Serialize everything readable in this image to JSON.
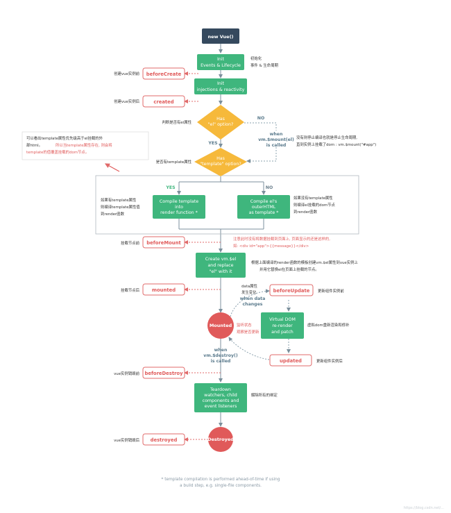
{
  "nodes": {
    "new_vue": "new Vue()",
    "init_events_1": "Init",
    "init_events_2": "Events & Lifecycle",
    "init_inject_1": "Init",
    "init_inject_2": "injections & reactivity",
    "has_el_1": "Has",
    "has_el_2": "\"el\" option?",
    "has_tpl_1": "Has",
    "has_tpl_2": "\"template\" option?",
    "compile_tpl_1": "Compile template",
    "compile_tpl_2": "into",
    "compile_tpl_3": "render function *",
    "compile_el_1": "Compile el's",
    "compile_el_2": "outerHTML",
    "compile_el_3": "as template *",
    "create_el_1": "Create vm.$el",
    "create_el_2": "and replace",
    "create_el_3": "\"el\" with it",
    "mounted": "Mounted",
    "vdom_1": "Virtual DOM",
    "vdom_2": "re-render",
    "vdom_3": "and patch",
    "teardown_1": "Teardown",
    "teardown_2": "watchers, child",
    "teardown_3": "components and",
    "teardown_4": "event listeners",
    "destroyed": "Destroyed"
  },
  "hooks": {
    "before_create": "beforeCreate",
    "created": "created",
    "before_mount": "beforeMount",
    "mounted": "mounted",
    "before_update": "beforeUpdate",
    "updated": "updated",
    "before_destroy": "beforeDestroy",
    "destroyed": "destroyed"
  },
  "labels": {
    "yes_el": "YES",
    "no_el": "NO",
    "yes_tpl": "YES",
    "no_tpl": "NO",
    "mount_call_1": "when",
    "mount_call_2": "vm.$mount(el)",
    "mount_call_3": "is called",
    "data_changes_1": "when data",
    "data_changes_2": "changes",
    "destroy_call_1": "when",
    "destroy_call_2": "vm.$destroy()",
    "destroy_call_3": "is called"
  },
  "notes": {
    "init_1": "初始化",
    "init_2": "事件 & 生命周期",
    "before_create": "创建vue实例前",
    "created": "创建vue实例后",
    "check_el": "判断是否有el属性",
    "check_tpl": "是否有template属性",
    "stop_1": "没有则停止编译也就是停止生命周期,",
    "stop_2": "直到实例上挂载了dom : vm.$mount(\"#app\")",
    "priority_1": "可以看出template属性优先级高于el挂载的外",
    "priority_2a": "部html。",
    "priority_2b": "所以当template属性存在, 则会将",
    "priority_3": "template的值覆盖挂载的dom节点。",
    "has_tpl_1": "如果有template属性",
    "has_tpl_2": "则编译template属性值",
    "has_tpl_3": "到render函数",
    "no_tpl_1": "如果没有template属性",
    "no_tpl_2": "则编译el挂载的dom节点",
    "no_tpl_3": "到render函数",
    "before_mount": "挂载节点前",
    "before_mount_red_1": "注意此时没有将数据挂载到页面上, 页面显示的还是这样的,",
    "before_mount_red_2": "如: <div id=\"app\">{{message}}</div>",
    "create_el_1": "根据上面编译的render函数的模板创建vm.$el属性到vue实例上",
    "create_el_2": "并用它替换el在页面上挂载的节点。",
    "mounted": "挂载节点后",
    "data_attr_1": "data属性",
    "data_attr_2": "发生变化",
    "before_update": "更新组件实例前",
    "listen_1": "监听状态",
    "listen_2": "观察是否更新",
    "rerender": "虚拟dom重新渲染和修补",
    "updated": "更新组件实例后",
    "before_destroy": "vue实例销毁前",
    "teardown": "解除所有的绑定",
    "destroyed": "vue实例销毁后"
  },
  "footer": {
    "line_1": "* template compilation is performed ahead-of-time if using",
    "line_2": "a build step, e.g. single-file components."
  },
  "watermark": "https://blog.csdn.net/..."
}
